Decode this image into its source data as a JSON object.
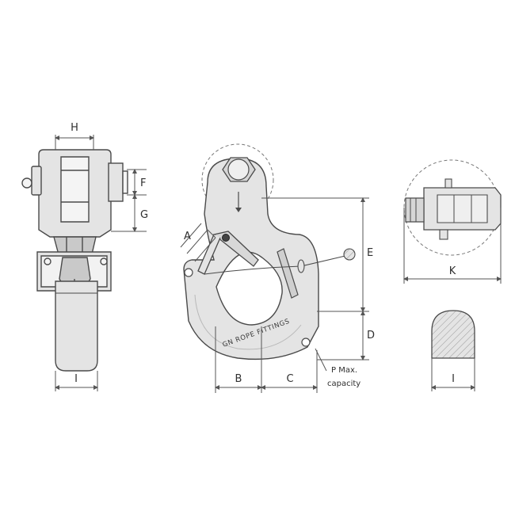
{
  "dimensions": {
    "A": "A",
    "B": "B",
    "C": "C",
    "D": "D",
    "E": "E",
    "F": "F",
    "G": "G",
    "H": "H",
    "I": "I",
    "K": "K"
  },
  "brand_text": "GN ROPE FITTINGS",
  "capacity_label": {
    "line1": "P Max.",
    "line2": "capacity"
  },
  "colors": {
    "body": "#e4e4e4",
    "shadow": "#c9c9c9",
    "outline": "#4a4a4a",
    "dim": "#555555"
  }
}
